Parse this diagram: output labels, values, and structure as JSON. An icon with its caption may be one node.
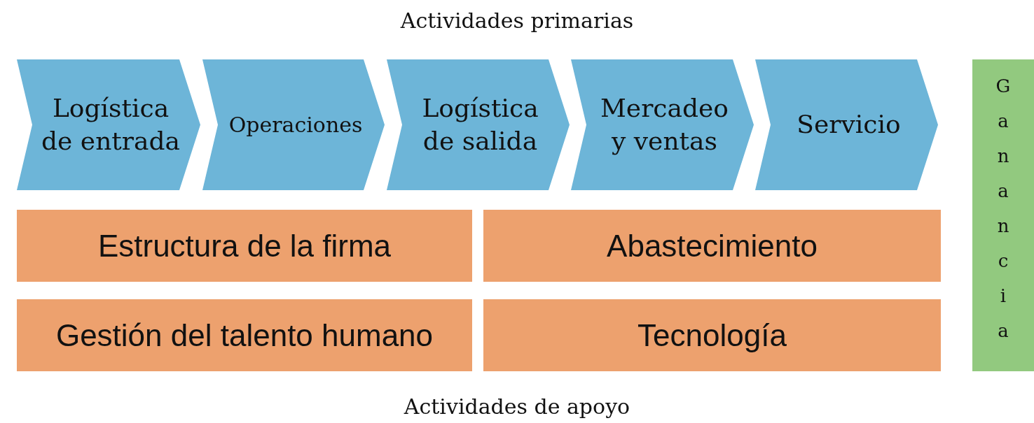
{
  "diagram": {
    "title": "Actividades primarias",
    "caption": "Actividades de apoyo",
    "nodes": [
      {
        "text": [
          "Logística de entrada"
        ]
      },
      {
        "text": [
          "Operaciones"
        ]
      },
      {
        "text": [
          "Logística de salida"
        ]
      },
      {
        "text": [
          "Mercadeo y ventas"
        ]
      },
      {
        "text": [
          "Servicio"
        ]
      },
      {
        "text": [
          "Estructura de la firma"
        ]
      },
      {
        "text": [
          "Abastecimiento"
        ]
      },
      {
        "text": [
          "Gestión del talento humano"
        ]
      },
      {
        "text": [
          "Tecnología"
        ]
      },
      {
        "text": [
          "Ganancia"
        ]
      }
    ]
  }
}
